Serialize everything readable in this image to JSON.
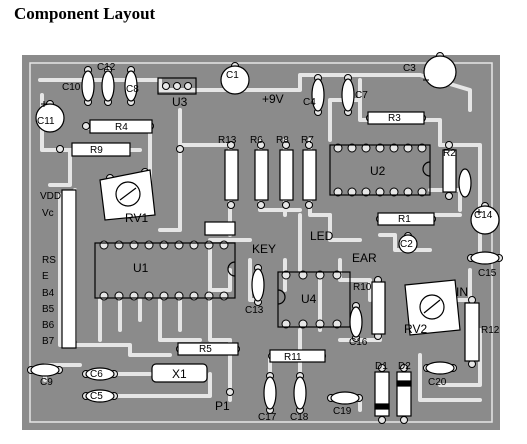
{
  "title": "Component Layout",
  "colors": {
    "board": "#8b8b8b",
    "copper": "#e6e6e6",
    "silk": "#000000",
    "fill": "#ffffff"
  },
  "labels": {
    "c1": "C1",
    "c2": "C2",
    "c3": "C3",
    "c4": "C4",
    "c5": "C5",
    "c6": "C6",
    "c7": "C7",
    "c8": "C8",
    "c9": "C9",
    "c10": "C10",
    "c11": "C11",
    "c12": "C12",
    "c13": "C13",
    "c14": "C14",
    "c15": "C15",
    "c16": "C16",
    "c17": "C17",
    "c18": "C18",
    "c19": "C19",
    "c20": "C20",
    "r1": "R1",
    "r2": "R2",
    "r3": "R3",
    "r4": "R4",
    "r5": "R5",
    "r6": "R6",
    "r7": "R7",
    "r8": "R8",
    "r9": "R9",
    "r10": "R10",
    "r11": "R11",
    "r12": "R12",
    "r13": "R13",
    "u1": "U1",
    "u2": "U2",
    "u3": "U3",
    "u4": "U4",
    "rv1": "RV1",
    "rv2": "RV2",
    "x1": "X1",
    "d1": "D1",
    "d2": "D2",
    "p1": "P1",
    "plus9v": "+9V",
    "key": "KEY",
    "led": "LED",
    "ear": "EAR",
    "in": "IN",
    "vdd": "VDD",
    "vc": "Vc",
    "rs": "RS",
    "e": "E",
    "b4": "B4",
    "b5": "B5",
    "b6": "B6",
    "b7": "B7"
  }
}
